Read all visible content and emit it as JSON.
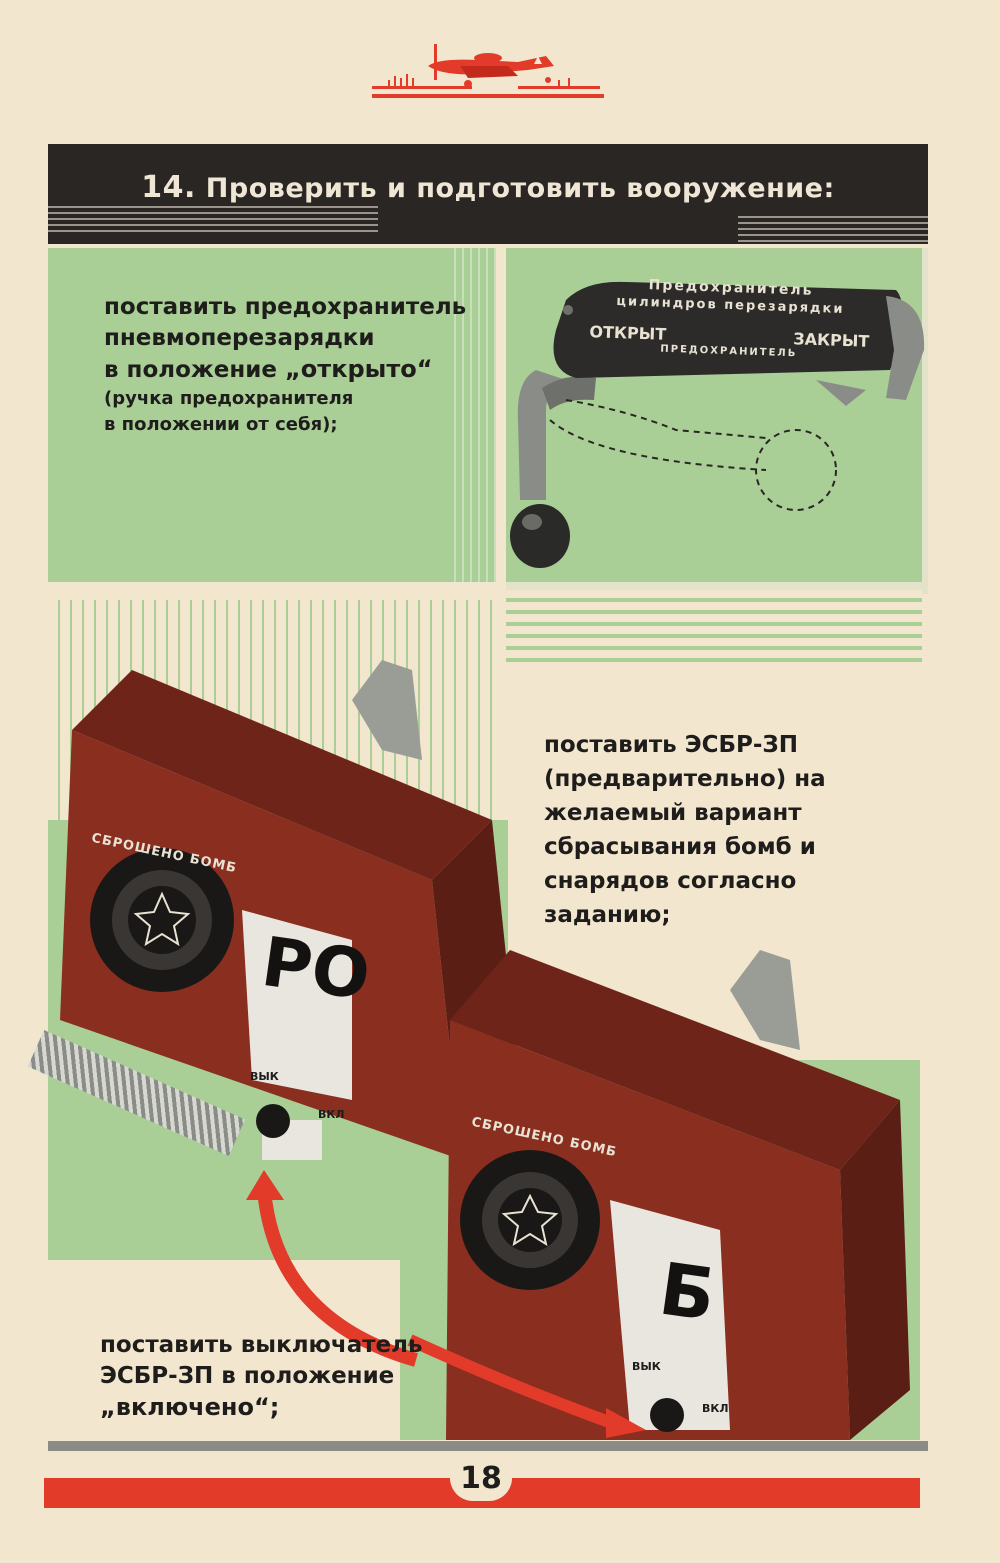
{
  "header": {
    "number": "14.",
    "title": "Проверить и подготовить вооружение:"
  },
  "step1": {
    "line1": "поставить предохранитель",
    "line2": "пневмоперезарядки",
    "line3_prefix": "в положение ",
    "line3_quote": "„открыто“",
    "note1": "(ручка предохранителя",
    "note2": "в положении от себя);"
  },
  "plate": {
    "line1": "Предохранитель",
    "line2": "цилиндров перезарядки",
    "open": "ОТКРЫТ",
    "closed": "ЗАКРЫТ",
    "bottom": "ПРЕДОХРАНИТЕЛЬ"
  },
  "step2": {
    "line1": "поставить ЭСБР-ЗП",
    "line2": "(предварительно) на",
    "line3": "желаемый вариант",
    "line4": "сбрасывания бомб и",
    "line5": "снарядов согласно",
    "line6": "заданию;"
  },
  "device1": {
    "dial_text": "СБРОШЕНО БОМБ",
    "window": "РО",
    "off": "ВЫК",
    "on": "ВКЛ"
  },
  "device2": {
    "dial_text": "СБРОШЕНО БОМБ",
    "window": "Б",
    "off": "ВЫК",
    "on": "ВКЛ"
  },
  "step3": {
    "line1": "поставить выключатель",
    "line2": "ЭСБР-ЗП в положение",
    "line3": "„включено“;"
  },
  "page_number": "18",
  "colors": {
    "paper": "#f2e6cf",
    "green": "#a9cf96",
    "header": "#2a2624",
    "red": "#e23b2a",
    "device": "#8a2e1f"
  }
}
